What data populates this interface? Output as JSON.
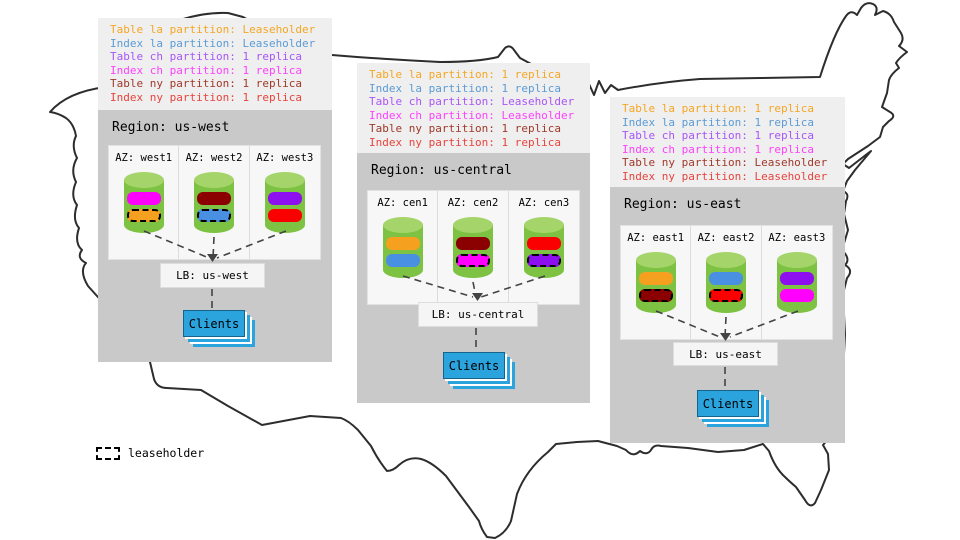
{
  "palette": {
    "bar_table_la": "#f5a01e",
    "bar_index_la": "#4a90e2",
    "bar_table_ch": "#8d0ff0",
    "bar_index_ch": "#ff00ff",
    "bar_table_ny": "#8b0000",
    "bar_index_ny": "#fb0000",
    "cylinder_body": "#7dc242",
    "cylinder_top": "#a5d56a",
    "clients_blue": "#2ba3dd"
  },
  "map_legend": {
    "label": "leaseholder"
  },
  "regions": [
    {
      "title": "Region: us-west",
      "lb_label": "LB: us-west",
      "clients_label": "Clients",
      "legend": [
        {
          "text": "Table la partition: Leaseholder",
          "color": "#f5a623"
        },
        {
          "text": "Index la partition: Leaseholder",
          "color": "#5b9bd5"
        },
        {
          "text": "Table ch partition: 1 replica",
          "color": "#a855f7"
        },
        {
          "text": "Index ch partition: 1 replica",
          "color": "#ff40ff"
        },
        {
          "text": "Table ny partition: 1 replica",
          "color": "#a0392a"
        },
        {
          "text": "Index ny partition: 1 replica",
          "color": "#e8433c"
        }
      ],
      "azs": [
        {
          "label": "AZ: west1",
          "bars": [
            {
              "color": "#ff00ff",
              "leaseholder": false
            },
            {
              "color": "#f5a01e",
              "leaseholder": true
            }
          ]
        },
        {
          "label": "AZ: west2",
          "bars": [
            {
              "color": "#8b0000",
              "leaseholder": false
            },
            {
              "color": "#4a90e2",
              "leaseholder": true
            }
          ]
        },
        {
          "label": "AZ: west3",
          "bars": [
            {
              "color": "#8d0ff0",
              "leaseholder": false
            },
            {
              "color": "#fb0000",
              "leaseholder": false
            }
          ]
        }
      ]
    },
    {
      "title": "Region: us-central",
      "lb_label": "LB: us-central",
      "clients_label": "Clients",
      "legend": [
        {
          "text": "Table la partition: 1 replica",
          "color": "#f5a623"
        },
        {
          "text": "Index la partition: 1 replica",
          "color": "#5b9bd5"
        },
        {
          "text": "Table ch partition: Leaseholder",
          "color": "#a855f7"
        },
        {
          "text": "Index ch partition: Leaseholder",
          "color": "#ff40ff"
        },
        {
          "text": "Table ny partition: 1 replica",
          "color": "#a0392a"
        },
        {
          "text": "Index ny partition: 1 replica",
          "color": "#e8433c"
        }
      ],
      "azs": [
        {
          "label": "AZ: cen1",
          "bars": [
            {
              "color": "#f5a01e",
              "leaseholder": false
            },
            {
              "color": "#4a90e2",
              "leaseholder": false
            }
          ]
        },
        {
          "label": "AZ: cen2",
          "bars": [
            {
              "color": "#8b0000",
              "leaseholder": false
            },
            {
              "color": "#ff00ff",
              "leaseholder": true
            }
          ]
        },
        {
          "label": "AZ: cen3",
          "bars": [
            {
              "color": "#fb0000",
              "leaseholder": false
            },
            {
              "color": "#8d0ff0",
              "leaseholder": true
            }
          ]
        }
      ]
    },
    {
      "title": "Region: us-east",
      "lb_label": "LB: us-east",
      "clients_label": "Clients",
      "legend": [
        {
          "text": "Table la partition: 1 replica",
          "color": "#f5a623"
        },
        {
          "text": "Index la partition: 1 replica",
          "color": "#5b9bd5"
        },
        {
          "text": "Table ch partition: 1 replica",
          "color": "#a855f7"
        },
        {
          "text": "Index ch partition: 1 replica",
          "color": "#ff40ff"
        },
        {
          "text": "Table ny partition: Leaseholder",
          "color": "#a0392a"
        },
        {
          "text": "Index ny partition: Leaseholder",
          "color": "#e8433c"
        }
      ],
      "azs": [
        {
          "label": "AZ: east1",
          "bars": [
            {
              "color": "#f5a01e",
              "leaseholder": false
            },
            {
              "color": "#8b0000",
              "leaseholder": true
            }
          ]
        },
        {
          "label": "AZ: east2",
          "bars": [
            {
              "color": "#4a90e2",
              "leaseholder": false
            },
            {
              "color": "#fb0000",
              "leaseholder": true
            }
          ]
        },
        {
          "label": "AZ: east3",
          "bars": [
            {
              "color": "#8d0ff0",
              "leaseholder": false
            },
            {
              "color": "#ff00ff",
              "leaseholder": false
            }
          ]
        }
      ]
    }
  ]
}
